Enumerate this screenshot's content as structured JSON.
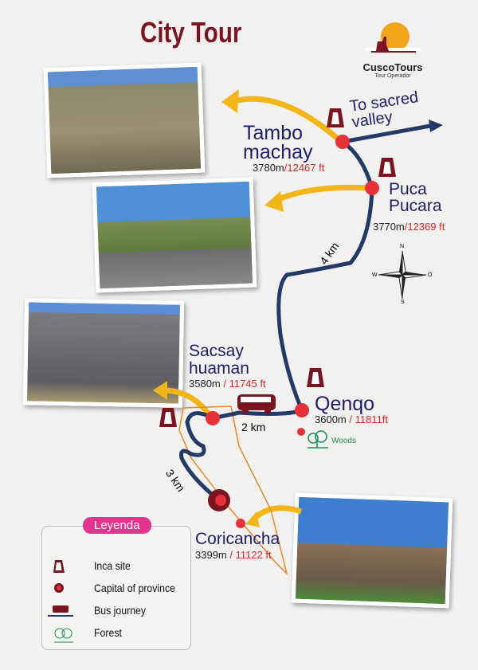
{
  "title": "City Tour",
  "logo": {
    "name": "CuscoTours",
    "tagline": "Tour Operador"
  },
  "direction": "To sacred valley",
  "places": [
    {
      "name": "Tambo machay",
      "line1": "Tambo",
      "line2": "machay",
      "m": "3780m",
      "ft": "/12467 ft"
    },
    {
      "name": "Puca Pucara",
      "line1": "Puca",
      "line2": "Pucara",
      "m": "3770m",
      "ft": "/12369 ft"
    },
    {
      "name": "Sacsay huaman",
      "line1": "Sacsay",
      "line2": "huaman",
      "m": "3580m",
      "ft": " / 11745 ft"
    },
    {
      "name": "Qenqo",
      "line1": "Qenqo",
      "m": "3600m",
      "ft": " / 11811ft"
    },
    {
      "name": "Coricancha",
      "line1": "Coricancha",
      "m": "3399m",
      "ft": " / 11122 ft"
    }
  ],
  "distances": {
    "d1": "4 km",
    "d2": "2 km",
    "d3": "3 km"
  },
  "woods": "Woods",
  "compass": {
    "n": "N",
    "s": "S",
    "e": "O",
    "w": "W"
  },
  "legend": {
    "title": "Leyenda",
    "items": [
      "Inca site",
      "Capital of province",
      "Bus journey",
      "Forest"
    ]
  },
  "colors": {
    "route": "#233a66",
    "dot": "#e5323a",
    "arrow": "#f2b619",
    "title": "#7a1420",
    "badge": "#e0358f"
  }
}
